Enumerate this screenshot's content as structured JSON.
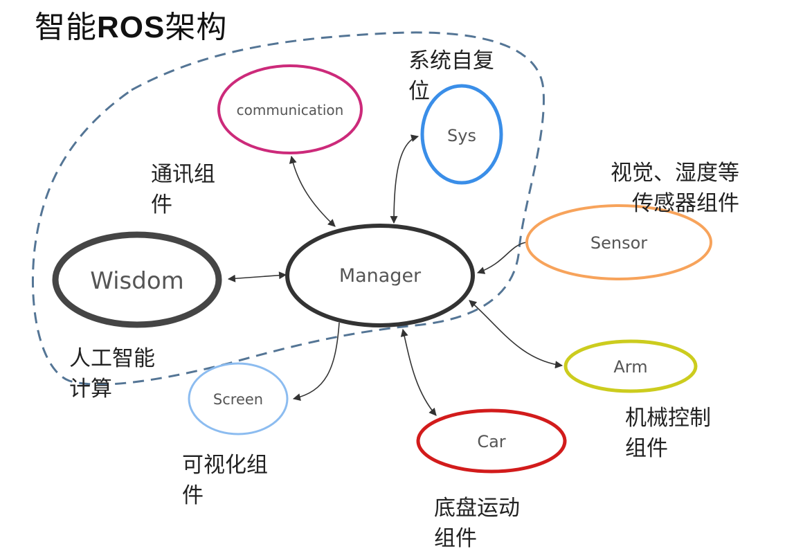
{
  "title": {
    "prefix": "智能",
    "bold": "ROS",
    "suffix": "架构"
  },
  "colors": {
    "manager": "#333333",
    "wisdom": "#454545",
    "communication": "#cc2a7a",
    "sys": "#3a8ee8",
    "sensor": "#f7a35b",
    "arm": "#cccc1e",
    "car": "#d21b1b",
    "screen": "#8cbcf0",
    "boundary": "#547595",
    "arrow": "#333333"
  },
  "nodes": {
    "manager": {
      "label": "Manager"
    },
    "wisdom": {
      "label": "Wisdom"
    },
    "communication": {
      "label": "communication"
    },
    "sys": {
      "label": "Sys"
    },
    "sensor": {
      "label": "Sensor"
    },
    "arm": {
      "label": "Arm"
    },
    "car": {
      "label": "Car"
    },
    "screen": {
      "label": "Screen"
    }
  },
  "captions": {
    "communication": "通讯组\n件",
    "sys": "系统自复\n位",
    "sensor": "视觉、湿度等\n传感器组件",
    "wisdom": "人工智能\n计算",
    "screen": "可视化组\n件",
    "car": "底盘运动\n组件",
    "arm": "机械控制\n组件"
  },
  "edges": [
    {
      "from": "communication",
      "to": "manager",
      "direction": "both"
    },
    {
      "from": "sys",
      "to": "manager",
      "direction": "both"
    },
    {
      "from": "sensor",
      "to": "manager",
      "direction": "forward"
    },
    {
      "from": "wisdom",
      "to": "manager",
      "direction": "both"
    },
    {
      "from": "manager",
      "to": "arm",
      "direction": "both"
    },
    {
      "from": "manager",
      "to": "car",
      "direction": "both"
    },
    {
      "from": "manager",
      "to": "screen",
      "direction": "forward"
    }
  ]
}
